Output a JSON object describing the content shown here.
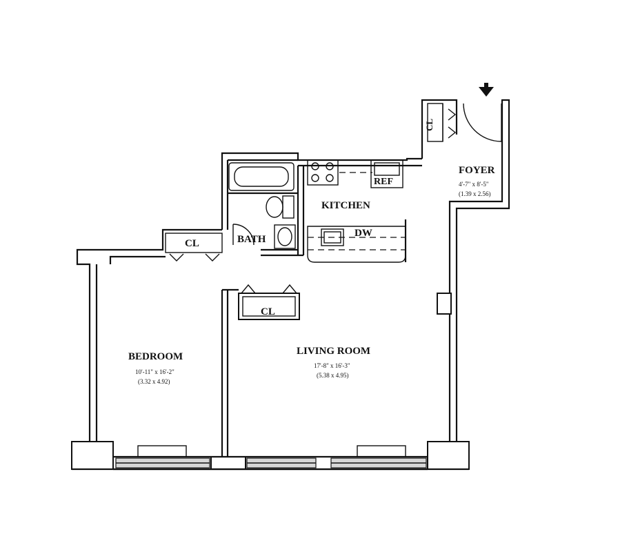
{
  "rooms": {
    "foyer": {
      "name": "FOYER",
      "dim_imperial": "4'-7\" x 8'-5\"",
      "dim_metric": "(1.39 x 2.56)"
    },
    "kitchen": {
      "name": "KITCHEN"
    },
    "bath": {
      "name": "BATH"
    },
    "bedroom": {
      "name": "BEDROOM",
      "dim_imperial": "10'-11\" x 16'-2\"",
      "dim_metric": "(3.32 x 4.92)"
    },
    "living_room": {
      "name": "LIVING ROOM",
      "dim_imperial": "17'-8\" x 16'-3\"",
      "dim_metric": "(5.38 x 4.95)"
    }
  },
  "closets": {
    "foyer": "CL",
    "bedroom": "CL",
    "living": "CL"
  },
  "appliances": {
    "refrigerator": "REF",
    "dishwasher": "DW"
  }
}
